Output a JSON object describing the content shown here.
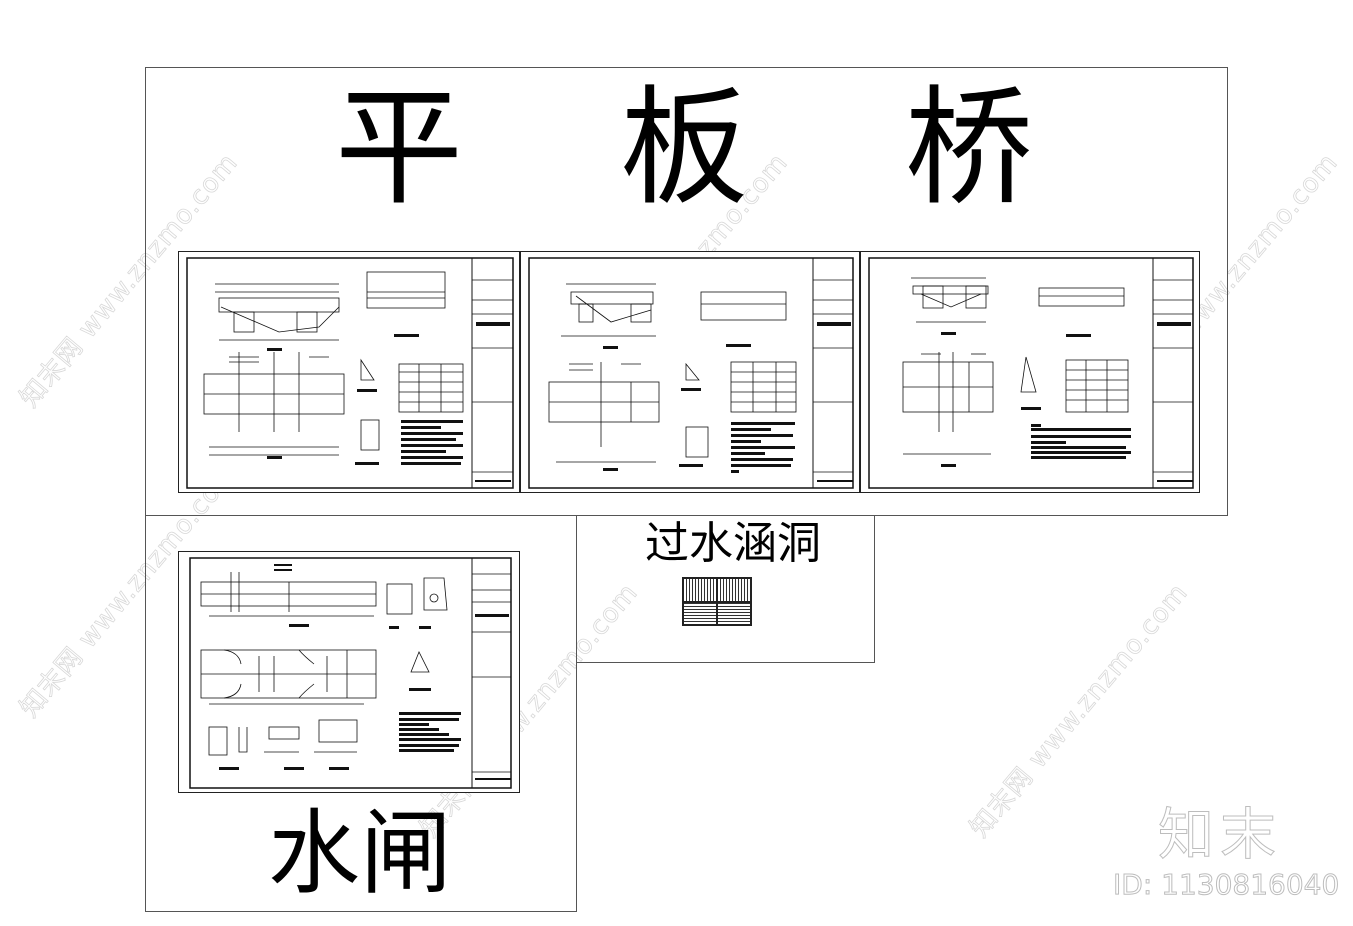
{
  "sections": {
    "flat_slab_bridge": {
      "title": "平　板　桥",
      "chars": [
        "平",
        "板",
        "桥"
      ],
      "sheet_count": 3
    },
    "culvert": {
      "title": "过水涵洞",
      "sheet_count": 4
    },
    "sluice_gate": {
      "title": "水闸",
      "sheet_count": 1
    }
  },
  "watermark": {
    "text": "知末网 www.znzmo.com"
  },
  "brand": {
    "logo_text": "知末",
    "id_label": "ID: 1130816040"
  },
  "colors": {
    "line": "#111111",
    "frame": "#555555",
    "watermark": "#d8d8d8",
    "brand_outline": "#bdbdbd"
  }
}
